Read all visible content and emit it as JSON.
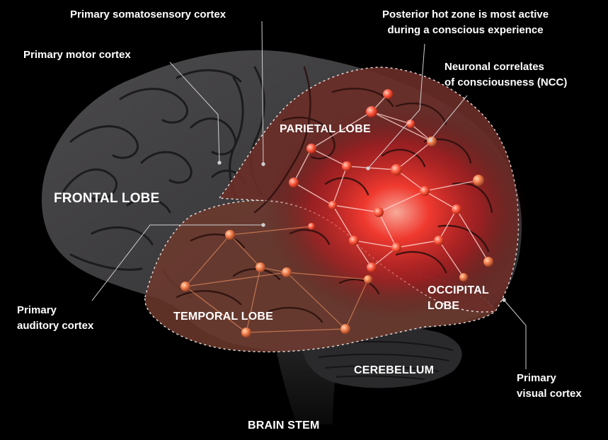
{
  "labels": {
    "somatosensory": "Primary somatosensory cortex",
    "motor": "Primary motor cortex",
    "hot_zone": [
      "Posterior hot zone is most active",
      "during a conscious experience"
    ],
    "ncc": [
      "Neuronal correlates",
      "of consciousness (NCC)"
    ],
    "parietal": "PARIETAL LOBE",
    "frontal": "FRONTAL LOBE",
    "temporal": "TEMPORAL LOBE",
    "occipital": [
      "OCCIPITAL",
      "LOBE"
    ],
    "auditory": [
      "Primary",
      "auditory cortex"
    ],
    "cerebellum": "CEREBELLUM",
    "visual": [
      "Primary",
      "visual cortex"
    ],
    "brain_stem": "BRAIN STEM"
  },
  "colors": {
    "background": "#000000",
    "brain": "#3e3d3f",
    "brain_fold": "#1c1b1d",
    "temporal_highlight": "#7a4032",
    "hot_zone": "#ff2a2a",
    "node": "#ff5b45",
    "label": "#ffffff",
    "leader_line": "#d9d9d9"
  }
}
